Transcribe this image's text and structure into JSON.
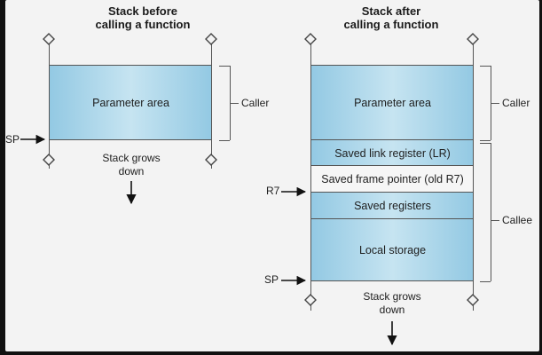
{
  "left": {
    "title_line1": "Stack before",
    "title_line2": "calling a function",
    "parameter_area": "Parameter area",
    "caller": "Caller",
    "sp": "SP",
    "grows_line1": "Stack grows",
    "grows_line2": "down"
  },
  "right": {
    "title_line1": "Stack after",
    "title_line2": "calling a function",
    "parameter_area": "Parameter area",
    "saved_lr": "Saved link register (LR)",
    "saved_fp": "Saved frame pointer (old R7)",
    "saved_regs": "Saved registers",
    "local_storage": "Local storage",
    "caller": "Caller",
    "callee": "Callee",
    "r7": "R7",
    "sp": "SP",
    "grows_line1": "Stack grows",
    "grows_line2": "down"
  },
  "colors": {
    "block_blue": "#93c9e3",
    "block_white": "#f6f6f6",
    "background": "#f3f3f3"
  }
}
